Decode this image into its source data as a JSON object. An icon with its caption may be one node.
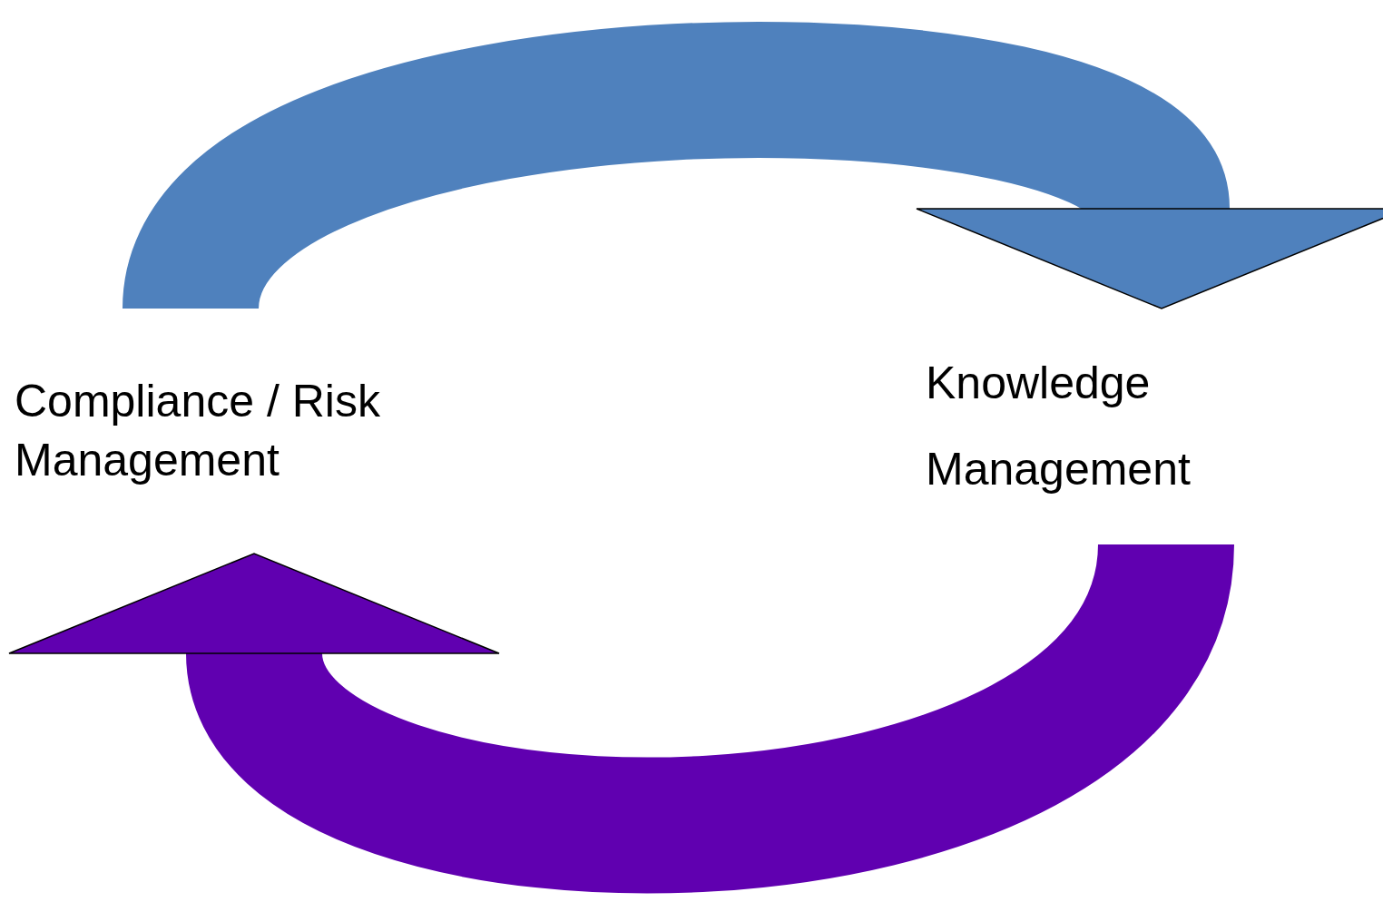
{
  "diagram": {
    "nodes": [
      {
        "text": [
          "Compliance / Risk Management"
        ]
      },
      {
        "text": [
          "Knowledge Management"
        ]
      }
    ],
    "edges": [
      {
        "from": 0,
        "to": 1,
        "arrow": "to",
        "color": "#4f81bd"
      },
      {
        "from": 1,
        "to": 0,
        "arrow": "to",
        "color": "#6000b0"
      }
    ]
  }
}
